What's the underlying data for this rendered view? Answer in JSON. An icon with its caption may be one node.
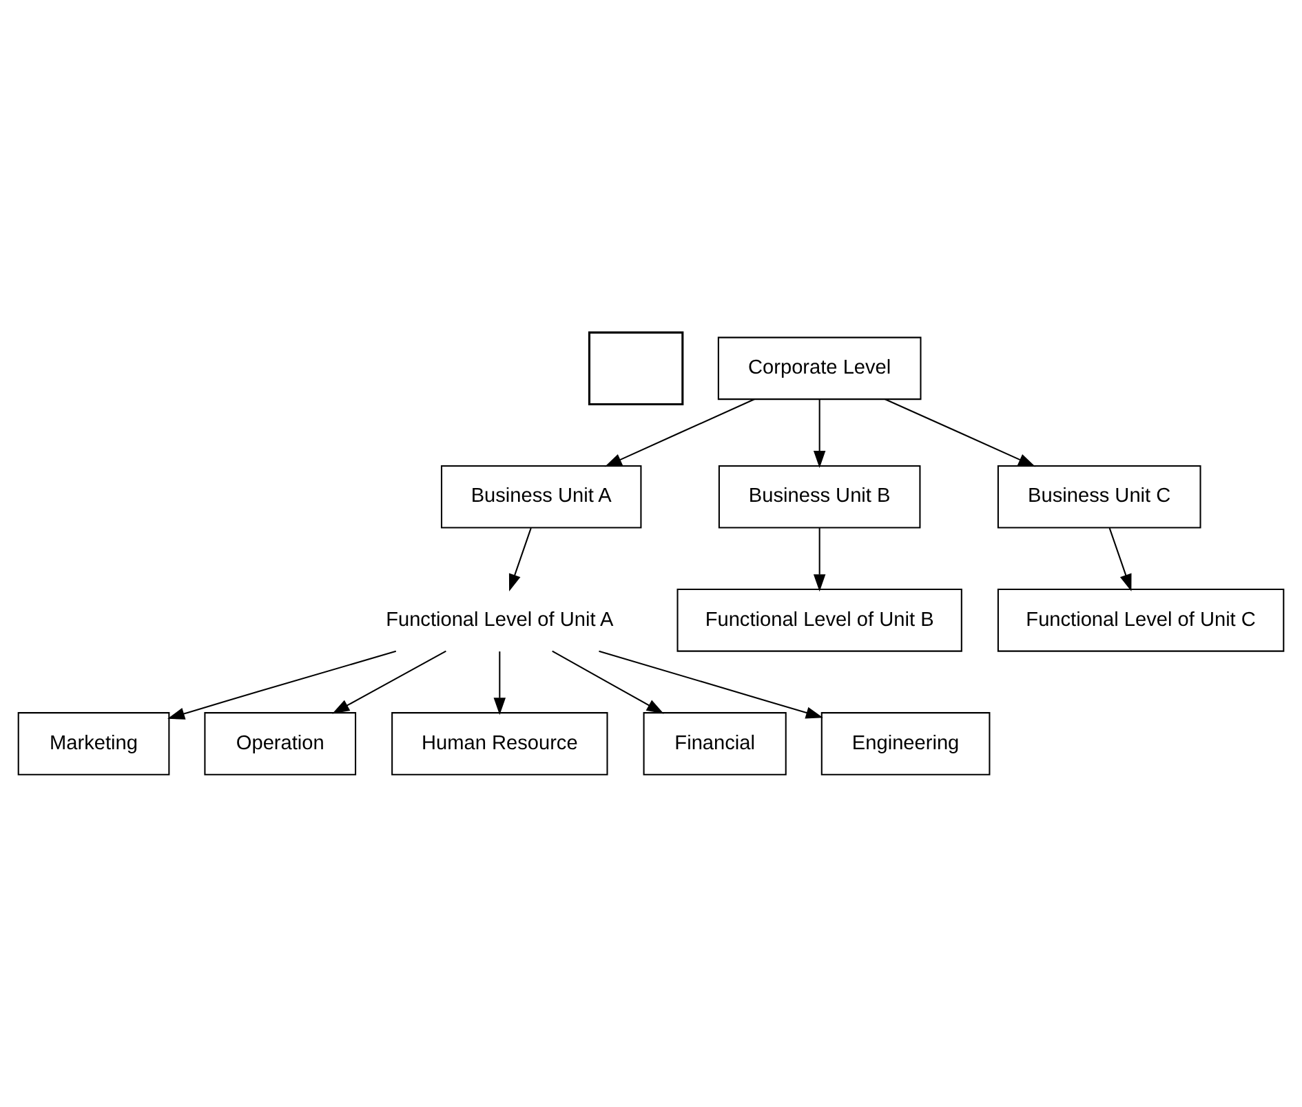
{
  "diagram": {
    "nodes": [
      {
        "text": [],
        "shape": "box"
      },
      {
        "text": [
          "Corporate Level"
        ]
      },
      {
        "text": [
          "Business Unit A"
        ]
      },
      {
        "text": [
          "Business Unit B"
        ]
      },
      {
        "text": [
          "Business Unit C"
        ]
      },
      {
        "text": [
          "Functional Level of Unit A"
        ]
      },
      {
        "text": [
          "Marketing"
        ]
      },
      {
        "text": [
          "Operation"
        ]
      },
      {
        "text": [
          "Human Resource"
        ]
      },
      {
        "text": [
          "Financial"
        ]
      },
      {
        "text": [
          "Engineering"
        ]
      },
      {
        "text": [
          "Functional Level of Unit B"
        ]
      },
      {
        "text": [
          "Functional Level of Unit C"
        ]
      }
    ],
    "edges": [
      {
        "from": 1,
        "to": 2,
        "arrow": "to"
      },
      {
        "from": 1,
        "to": 3,
        "arrow": "to"
      },
      {
        "from": 1,
        "to": 4,
        "arrow": "to"
      },
      {
        "from": 2,
        "to": 5,
        "arrow": "to"
      },
      {
        "from": 5,
        "to": 6,
        "arrow": "to"
      },
      {
        "from": 5,
        "to": 7,
        "arrow": "to"
      },
      {
        "from": 5,
        "to": 8,
        "arrow": "to"
      },
      {
        "from": 5,
        "to": 9,
        "arrow": "to"
      },
      {
        "from": 5,
        "to": 10,
        "arrow": "to"
      },
      {
        "from": 3,
        "to": 11,
        "arrow": "to"
      },
      {
        "from": 4,
        "to": 12,
        "arrow": "to"
      }
    ]
  }
}
